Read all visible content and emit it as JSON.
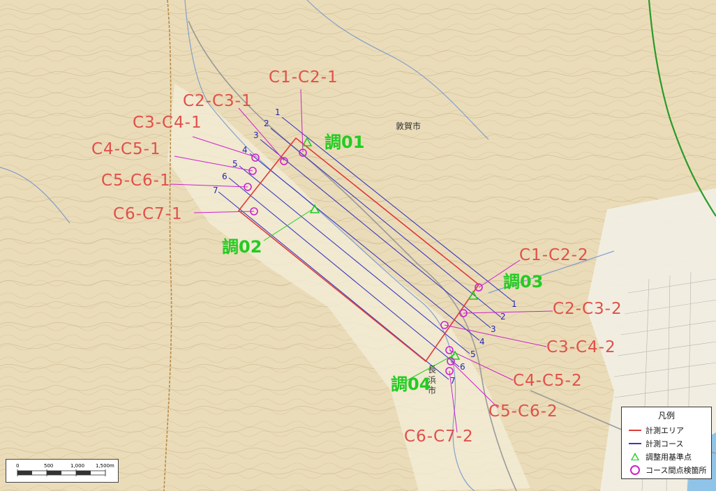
{
  "map": {
    "city_tsuruga": "敦賀市",
    "city_nagahama_1": "長",
    "city_nagahama_2": "浜",
    "city_nagahama_3": "市"
  },
  "colors": {
    "area": "#e03a3a",
    "course": "#3838c0",
    "gcp": "#22cc22",
    "checkpoint": "#cc22cc",
    "label_red": "#e0504a",
    "terrain": "#eadcb8"
  },
  "checkpoints_left": [
    "C1-C2-1",
    "C2-C3-1",
    "C3-C4-1",
    "C4-C5-1",
    "C5-C6-1",
    "C6-C7-1"
  ],
  "checkpoints_right": [
    "C1-C2-2",
    "C2-C3-2",
    "C3-C4-2",
    "C4-C5-2",
    "C5-C6-2",
    "C6-C7-2"
  ],
  "gcps": [
    "調01",
    "調02",
    "調03",
    "調04"
  ],
  "courses_top": [
    "1",
    "2",
    "3",
    "4",
    "5",
    "6",
    "7"
  ],
  "courses_bottom": [
    "1",
    "2",
    "3",
    "4",
    "5",
    "6",
    "7"
  ],
  "legend": {
    "title": "凡例",
    "items": [
      {
        "label": "計測エリア",
        "icon": "red-line-icon"
      },
      {
        "label": "計測コース",
        "icon": "blue-line-icon"
      },
      {
        "label": "調整用基準点",
        "icon": "green-triangle-icon"
      },
      {
        "label": "コース間点検箇所",
        "icon": "magenta-circle-icon"
      }
    ]
  },
  "scale": {
    "ticks": [
      "0",
      "500",
      "1,000",
      "1,500m"
    ]
  }
}
